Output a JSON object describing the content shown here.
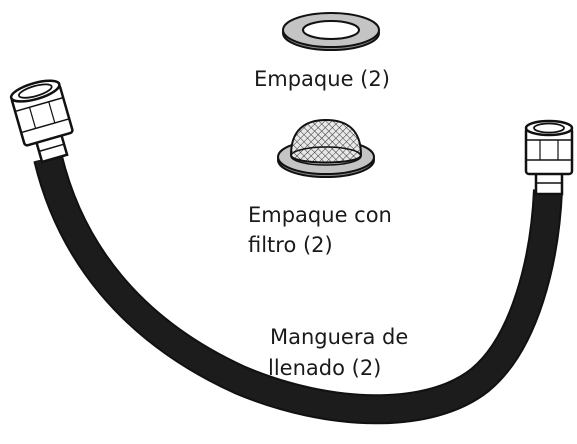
{
  "parts": {
    "gasket": {
      "label": "Empaque (2)"
    },
    "filter_gasket": {
      "label_line1": "Empaque con",
      "label_line2": "filtro (2)"
    },
    "fill_hose": {
      "label_line1": "Manguera de",
      "label_line2": "llenado (2)"
    }
  },
  "colors": {
    "hose": "#1c1c1c",
    "fitting_fill": "#ffffff",
    "gasket_fill": "#bdbdbd",
    "outline": "#111111"
  }
}
